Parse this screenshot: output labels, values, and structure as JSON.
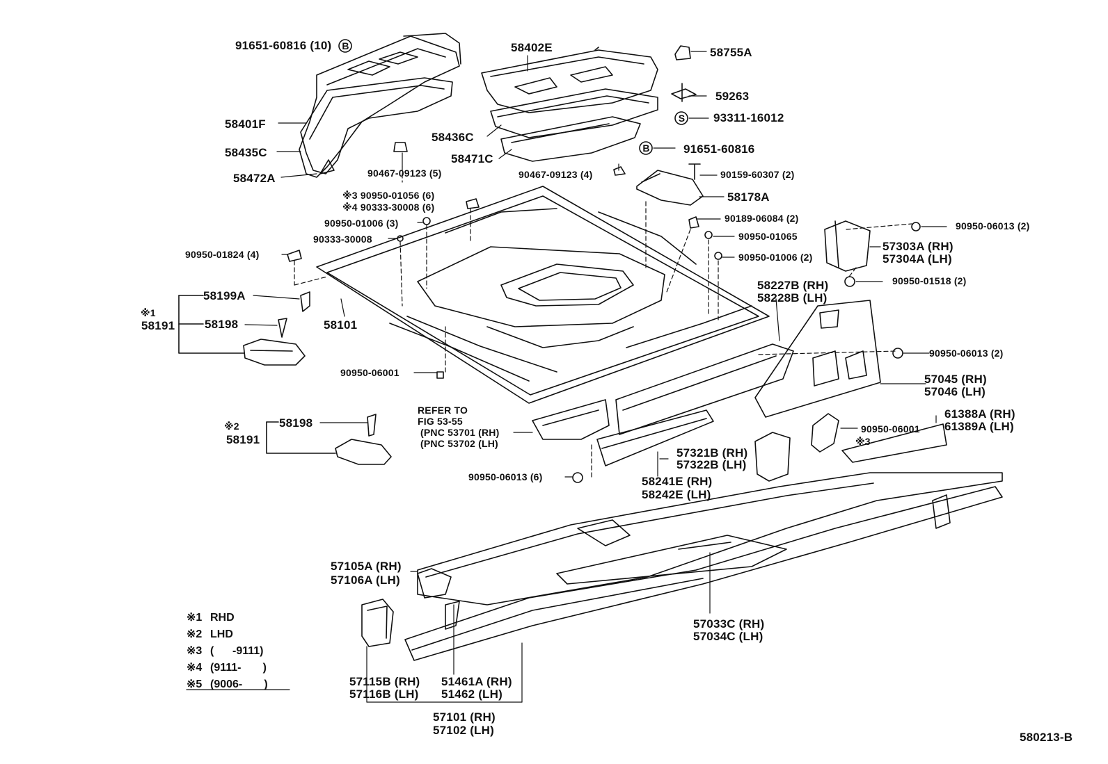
{
  "part_labels": {
    "p91651_60816_10": "91651-60816 (10)",
    "b_mark": "B",
    "p58402E": "58402E",
    "p58755A": "58755A",
    "p59263": "59263",
    "s_mark": "S",
    "p93311_16012": "93311-16012",
    "p58401F": "58401F",
    "p58435C": "58435C",
    "p58436C": "58436C",
    "p58471C": "58471C",
    "p58472A": "58472A",
    "p90467_09123_5": "90467-09123 (5)",
    "p90467_09123_4": "90467-09123 (4)",
    "p91651_60816": "91651-60816",
    "p90159_60307_2": "90159-60307 (2)",
    "p58178A": "58178A",
    "x3_90950_01056": "※3 90950-01056 (6)",
    "x4_90333_30008": "※4 90333-30008 (6)",
    "p90950_01006_3": "90950-01006 (3)",
    "p90333_30008": "90333-30008",
    "p90950_01824_4": "90950-01824 (4)",
    "p90189_06084_2": "90189-06084 (2)",
    "p90950_01065": "90950-01065",
    "p90950_01006_2": "90950-01006 (2)",
    "p90950_06013_2a": "90950-06013 (2)",
    "p57303A_RH": "57303A (RH)",
    "p57304A_LH": "57304A (LH)",
    "p90950_01518_2": "90950-01518 (2)",
    "p58227B_RH": "58227B (RH)",
    "p58228B_LH": "58228B (LH)",
    "x1": "※1",
    "p58191_a": "58191",
    "p58199A": "58199A",
    "p58198_a": "58198",
    "p58101": "58101",
    "p90950_06001_a": "90950-06001",
    "p90950_06013_2b": "90950-06013 (2)",
    "p57045_RH": "57045 (RH)",
    "p57046_LH": "57046 (LH)",
    "refer1": "REFER TO",
    "refer2": "FIG 53-55",
    "refer3": "(PNC 53701 (RH)",
    "refer4": "(PNC 53702 (LH)",
    "x2": "※2",
    "p58191_b": "58191",
    "p58198_b": "58198",
    "p61388A_RH": "61388A (RH)",
    "p61389A_LH": "61389A (LH)",
    "p90950_06001_b": "90950-06001",
    "x3_b": "※3",
    "p57321B_RH": "57321B (RH)",
    "p57322B_LH": "57322B (LH)",
    "p58241E_RH": "58241E (RH)",
    "p58242E_LH": "58242E (LH)",
    "p90950_06013_6": "90950-06013 (6)",
    "p57105A_RH": "57105A (RH)",
    "p57106A_LH": "57106A (LH)",
    "p57033C_RH": "57033C (RH)",
    "p57034C_LH": "57034C (LH)",
    "p57115B_RH": "57115B (RH)",
    "p57116B_LH": "57116B (LH)",
    "p51461A_RH": "51461A (RH)",
    "p51462_LH": "51462 (LH)",
    "p57101_RH": "57101 (RH)",
    "p57102_LH": "57102 (LH)"
  },
  "legend": [
    {
      "mark": "※1",
      "text": "RHD"
    },
    {
      "mark": "※2",
      "text": "LHD"
    },
    {
      "mark": "※3",
      "text": "(      -9111)"
    },
    {
      "mark": "※4",
      "text": "(9111-       )"
    },
    {
      "mark": "※5",
      "text": "(9006-       )"
    }
  ],
  "figure_id": "580213-B"
}
